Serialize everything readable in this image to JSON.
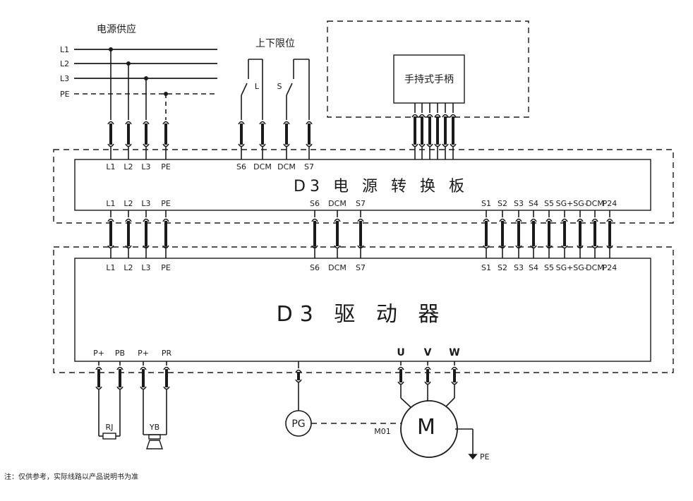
{
  "diagram": {
    "power_supply": {
      "title": "电源供应",
      "lines": [
        "L1",
        "L2",
        "L3",
        "PE"
      ]
    },
    "limit_switch": {
      "title": "上下限位",
      "switch_upper": "L",
      "switch_lower": "S"
    },
    "handheld": {
      "label": "手持式手柄"
    },
    "power_board": {
      "label": "D3 电 源 转 换 板",
      "top_terminals_left": [
        "L1",
        "L2",
        "L3",
        "PE"
      ],
      "top_terminals_mid": [
        "S6",
        "DCM",
        "DCM",
        "S7"
      ],
      "bottom_terminals_left": [
        "L1",
        "L2",
        "L3",
        "PE"
      ],
      "bottom_terminals_mid": [
        "S6",
        "DCM",
        "S7"
      ],
      "bottom_terminals_right": [
        "S1",
        "S2",
        "S3",
        "S4",
        "S5",
        "SG+",
        "SG-",
        "DCM",
        "P24"
      ]
    },
    "driver": {
      "label": "D3 驱 动 器",
      "top_terminals_left": [
        "L1",
        "L2",
        "L3",
        "PE"
      ],
      "top_terminals_mid": [
        "S6",
        "DCM",
        "S7"
      ],
      "top_terminals_right": [
        "S1",
        "S2",
        "S3",
        "S4",
        "S5",
        "SG+",
        "SG-",
        "DCM",
        "P24"
      ],
      "bottom_terminals_left": [
        "P+",
        "PB",
        "P+",
        "PR"
      ],
      "bottom_terminals_motor": [
        "U",
        "V",
        "W"
      ]
    },
    "resistor": {
      "label": "RJ"
    },
    "brake": {
      "label": "YB"
    },
    "encoder": {
      "label": "PG"
    },
    "motor": {
      "label": "M",
      "name": "M01",
      "ground": "PE"
    },
    "note": "注：仅供参考，实际线路以产品说明书为准"
  },
  "colors": {
    "line": "#1a1a1a",
    "background": "#ffffff"
  }
}
